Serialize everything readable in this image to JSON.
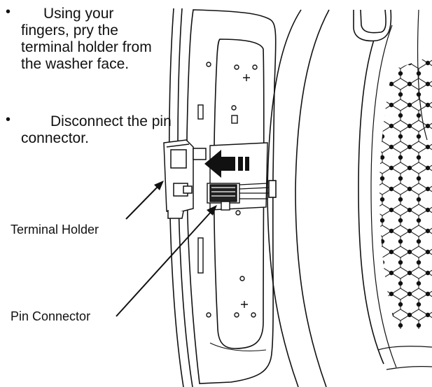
{
  "instructions": [
    {
      "bullet": "•",
      "text": "Using your fingers, pry the terminal holder from the washer face."
    },
    {
      "bullet": "•",
      "text": "Disconnect the pin connector."
    }
  ],
  "callouts": {
    "terminal_holder": "Terminal Holder",
    "pin_connector": "Pin Connector"
  }
}
